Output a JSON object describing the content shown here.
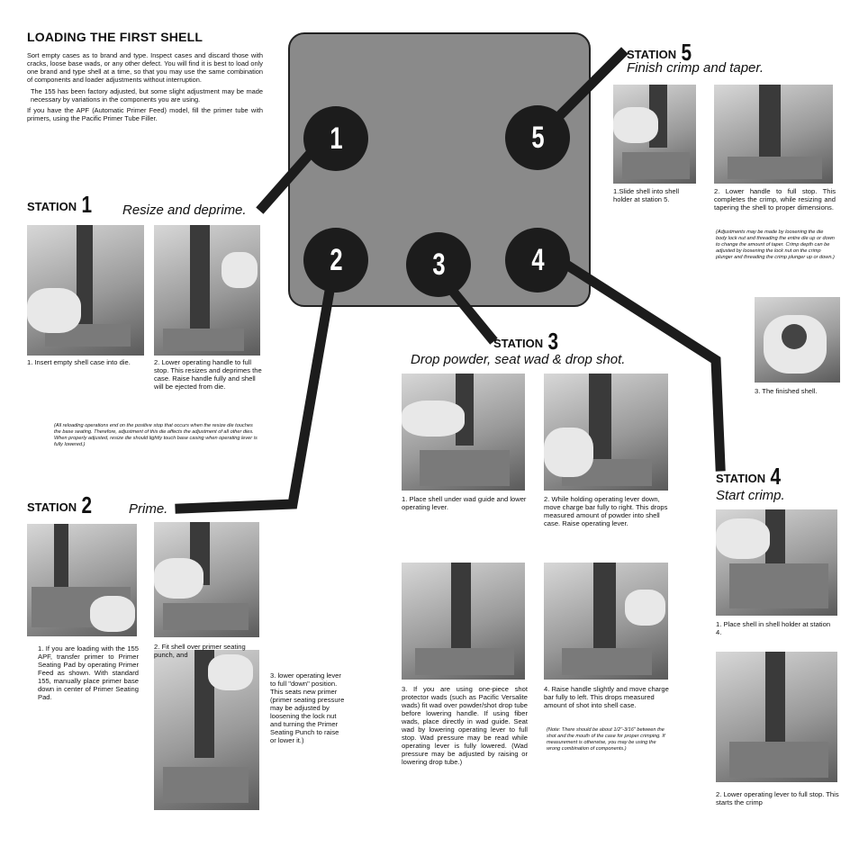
{
  "title": "LOADING THE FIRST SHELL",
  "intro": [
    "Sort empty cases as to brand and type. Inspect cases and discard those with cracks, loose base wads, or any other defect. You will find it is best to load only one brand and type shell at a time, so that you may use the same combination of components and loader adjustments without interruption.",
    "The 155 has been factory adjusted, but some slight adjustment may be made necessary by variations in the components you are using.",
    "If you have the APF (Automatic Primer Feed) model, fill the primer tube with primers, using the Pacific Primer Tube Filler."
  ],
  "circles": [
    "1",
    "2",
    "3",
    "4",
    "5"
  ],
  "station_label": "STATION",
  "station1": {
    "num": "1",
    "sub": "Resize and deprime.",
    "cap1": "1. Insert empty shell case into die.",
    "cap2": "2. Lower operating handle to full stop. This resizes and deprimes the case. Raise handle fully and shell will be ejected from die.",
    "note": "(All reloading operations end on the positive stop that occurs when the resize die touches the base seating. Therefore, adjustment of this die affects the adjustment of all other dies. When properly adjusted, resize die should lightly touch base casing when operating lever is fully lowered.)"
  },
  "station2": {
    "num": "2",
    "sub": "Prime.",
    "cap1": "1. If you are loading with the 155 APF, transfer primer to Primer Seating Pad by operating Primer Feed as shown. With standard 155, manually place primer base down in center of Primer Seating Pad.",
    "cap2": "2. Fit shell over primer seating punch, and",
    "cap3": "3. lower operating lever to full \"down\" position. This seats new primer (primer seating pressure may be adjusted by loosening the lock nut and turning the Primer Seating Punch to raise or lower it.)"
  },
  "station3": {
    "num": "3",
    "sub": "Drop powder, seat wad & drop shot.",
    "cap1": "1. Place shell under wad guide and lower operating lever.",
    "cap2": "2. While holding operating lever down, move charge bar fully to right. This drops measured amount of powder into shell case. Raise operating lever.",
    "cap3": "3. If you are using one-piece shot protector wads (such as Pacific Versalite wads) fit wad over powder/shot drop tube before lowering handle. If using fiber wads, place directly in wad guide. Seat wad by lowering operating lever to full stop. Wad pressure may be read while operating lever is fully lowered. (Wad pressure may be adjusted by raising or lowering drop tube.)",
    "cap4": "4. Raise handle slightly and move charge bar fully to left. This drops measured amount of shot into shell case.",
    "note": "(Note: There should be about 1/2\"-3/16\" between the shot and the mouth of the case for proper crimping. If measurement is otherwise, you may be using the wrong combination of components.)"
  },
  "station4": {
    "num": "4",
    "sub": "Start crimp.",
    "cap1": "1. Place shell in shell holder at station 4.",
    "cap2": "2. Lower operating lever to full stop. This starts the crimp"
  },
  "station5": {
    "num": "5",
    "sub": "Finish crimp and taper.",
    "cap1": "1.Slide shell into shell holder at station 5.",
    "cap2": "2. Lower handle to full stop. This completes the crimp, while resizing and tapering the shell to proper dimensions.",
    "note": "(Adjustments may be made by loosening the die body lock nut and threading the entire die up or down to change the amount of taper. Crimp depth can be adjusted by loosening the lock nut on the crimp plunger and threading the crimp plunger up or down.)",
    "cap3": "3. The finished shell."
  }
}
